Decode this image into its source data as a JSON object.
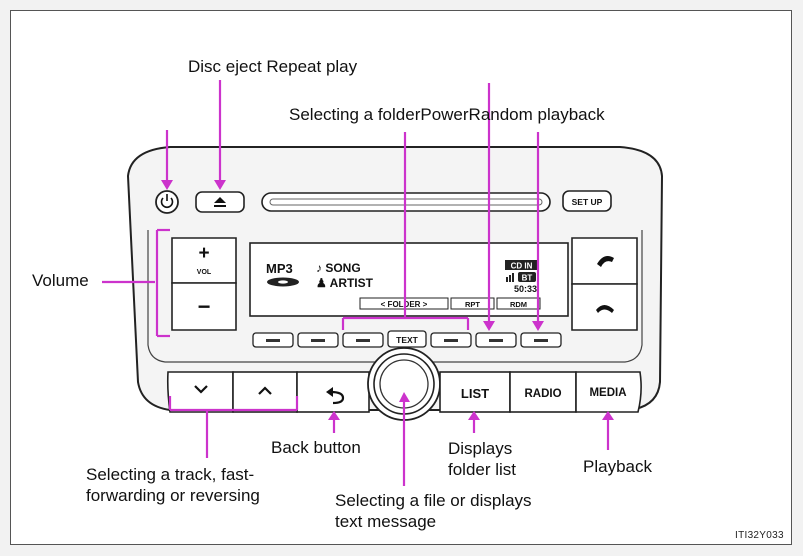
{
  "callouts": {
    "disc_eject_repeat": "Disc eject Repeat play",
    "folder_power_random": "Selecting a folderPowerRandom playback",
    "volume": "Volume",
    "back_button": "Back button",
    "displays_folder_list": "Displays folder list",
    "playback": "Playback",
    "selecting_track": "Selecting a track, fast-forwarding or reversing",
    "selecting_file": "Selecting a file or displays text message"
  },
  "buttons": {
    "setup": "SET UP",
    "vol_plus": "+",
    "vol_label": "VOL",
    "vol_minus": "−",
    "text": "TEXT",
    "list": "LIST",
    "radio": "RADIO",
    "media": "MEDIA"
  },
  "display": {
    "mp3": "MP3",
    "song": "♪ SONG",
    "artist": "♟ ARTIST",
    "cd_in": "CD IN",
    "bt": "BT",
    "time": "50:33",
    "folder": "< FOLDER >",
    "rpt": "RPT",
    "rdm": "RDM"
  },
  "figure_code": "ITI32Y033",
  "colors": {
    "callout_line": "#cc33cc",
    "panel_fill": "#f4f4f4",
    "panel_stroke": "#222222"
  },
  "icons": [
    "power-icon",
    "eject-icon",
    "back-arrow-icon",
    "chevron-down-icon",
    "chevron-up-icon",
    "phone-pickup-icon",
    "phone-hangup-icon",
    "signal-icon",
    "disc-icon"
  ]
}
